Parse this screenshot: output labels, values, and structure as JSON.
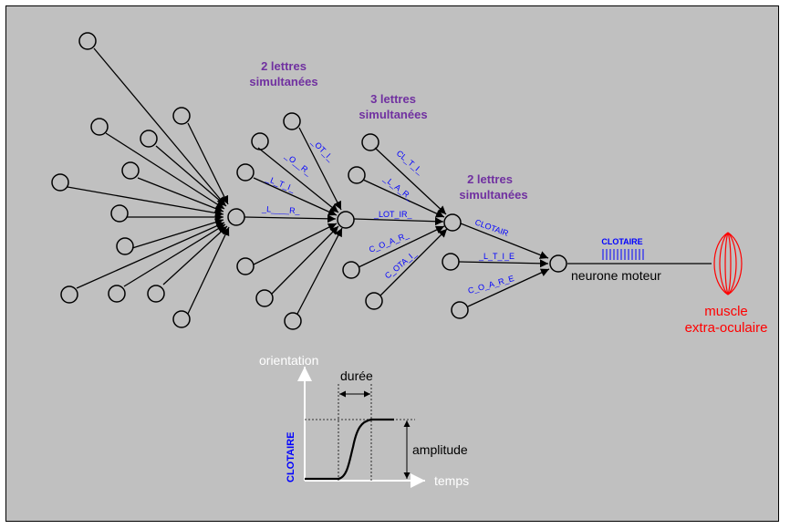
{
  "headers": {
    "stage1_line1": "2 lettres",
    "stage1_line2": "simultanées",
    "stage2_line1": "3 lettres",
    "stage2_line2": "simultanées",
    "stage3_line1": "2 lettres",
    "stage3_line2": "simultanées"
  },
  "connections": {
    "l1": "_L_T_I_",
    "l2": "_L____R_",
    "m1": "_OT_I_",
    "m2": "_O__R_",
    "m3": "_L_A_R_",
    "m4": "_LOT_IR_",
    "m5": "CL_T_I_",
    "m6": "C_O_A_R_",
    "m7": "C_OTA_I_",
    "r1": "CLOTAIR",
    "r2": "_L_T_I_E",
    "r3": "C_O_A_R_E"
  },
  "output": {
    "spike_label": "CLOTAIRE",
    "motor_neuron": "neurone moteur",
    "muscle_line1": "muscle",
    "muscle_line2": "extra-oculaire"
  },
  "graph": {
    "y_label": "orientation",
    "x_label": "temps",
    "duration": "durée",
    "amplitude": "amplitude",
    "word": "CLOTAIRE"
  },
  "colors": {
    "background": "#c0c0c0",
    "header": "#7030a0",
    "letters": "#0000ff",
    "muscle": "#ff0000"
  }
}
